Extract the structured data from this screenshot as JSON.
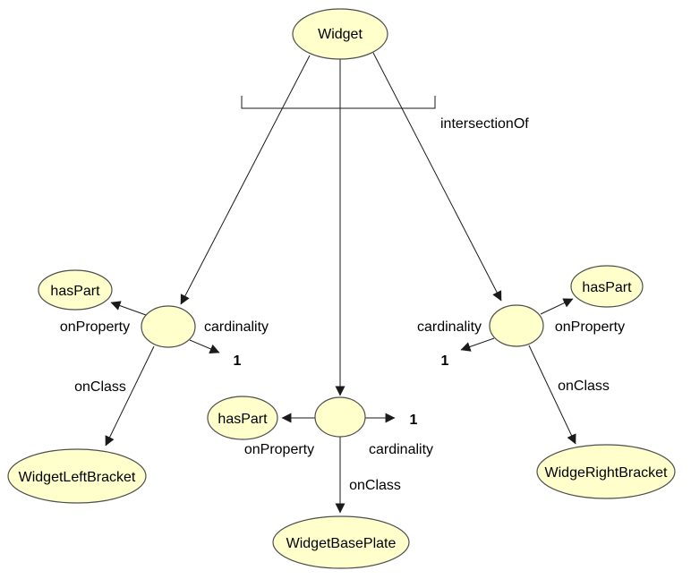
{
  "diagram": {
    "kind": "owl-ontology-graph",
    "colors": {
      "background": "#ffffff",
      "node_fill": "#ffffcc",
      "node_stroke": "#4d4d4d",
      "edge": "#1a1a1a",
      "text": "#000000"
    },
    "root": {
      "label": "Widget"
    },
    "intersection_label": "intersectionOf",
    "restrictions": [
      {
        "position": "left",
        "on_property_label": "onProperty",
        "property": "hasPart",
        "cardinality_label": "cardinality",
        "cardinality_value": "1",
        "on_class_label": "onClass",
        "on_class": "WidgetLeftBracket"
      },
      {
        "position": "middle",
        "on_property_label": "onProperty",
        "property": "hasPart",
        "cardinality_label": "cardinality",
        "cardinality_value": "1",
        "on_class_label": "onClass",
        "on_class": "WidgetBasePlate"
      },
      {
        "position": "right",
        "on_property_label": "onProperty",
        "property": "hasPart",
        "cardinality_label": "cardinality",
        "cardinality_value": "1",
        "on_class_label": "onClass",
        "on_class": "WidgeRightBracket"
      }
    ]
  }
}
